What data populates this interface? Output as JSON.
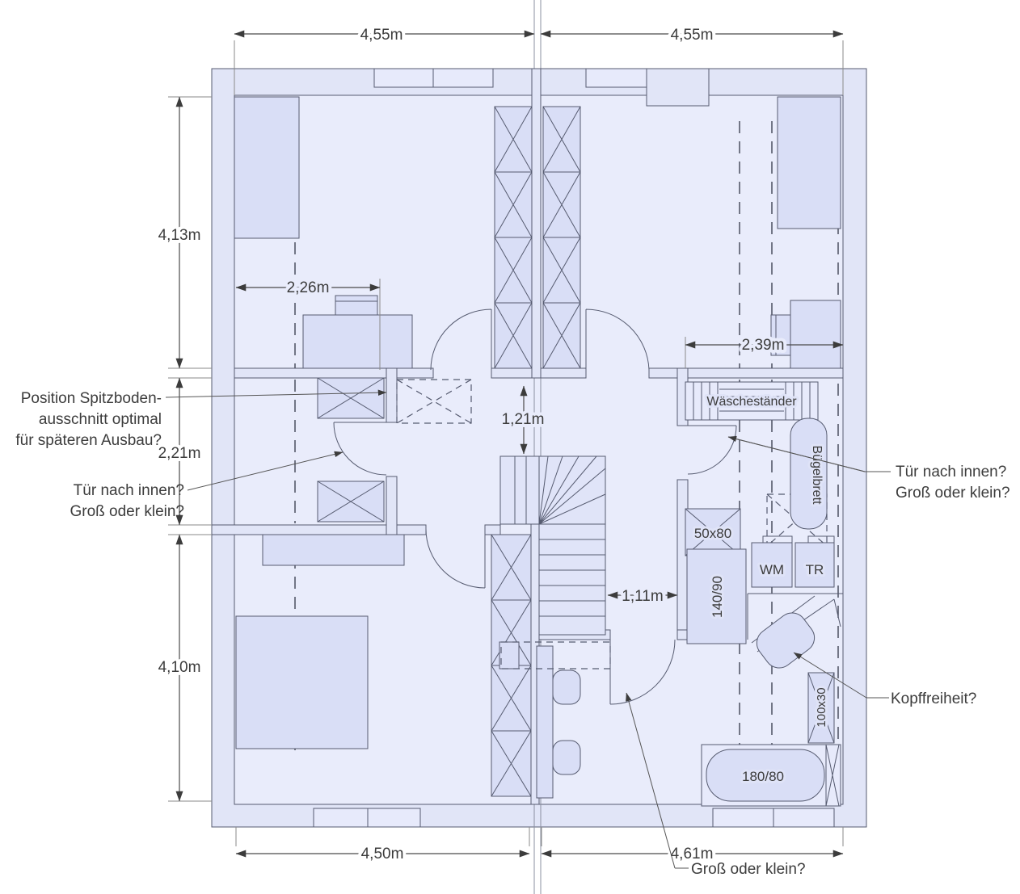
{
  "dims": {
    "top_left": "4,55m",
    "top_right": "4,55m",
    "left_upper": "4,13m",
    "left_middle": "2,21m",
    "left_lower": "4,10m",
    "bottom_left": "4,50m",
    "bottom_right": "4,61m",
    "tl_room_width": "2,26m",
    "tr_room_width": "2,39m",
    "landing_depth": "1,21m",
    "stair_width": "1,11m"
  },
  "notes": {
    "spitzboden_1": "Position Spitzboden-",
    "spitzboden_2": "ausschnitt optimal",
    "spitzboden_3": "für späteren Ausbau?",
    "door_left_1": "Tür nach innen?",
    "door_left_2": "Groß oder klein?",
    "door_right_1": "Tür nach innen?",
    "door_right_2": "Groß oder klein?",
    "headroom": "Kopffreiheit?",
    "bath_door": "Groß oder klein?"
  },
  "fixtures": {
    "drying_rack": "Wäscheständer",
    "ironing_board": "Bügelbrett",
    "box_50x80": "50x80",
    "washing_machine": "WM",
    "dryer": "TR",
    "shower": "140/90",
    "radiator": "100x30",
    "bathtub": "180/80"
  },
  "colors": {
    "room_fill": "#e9ecfb",
    "wall_fill": "#e1e5f7",
    "furniture_fill": "#d9def6",
    "line": "#565b70",
    "text": "#3c3c3c"
  }
}
